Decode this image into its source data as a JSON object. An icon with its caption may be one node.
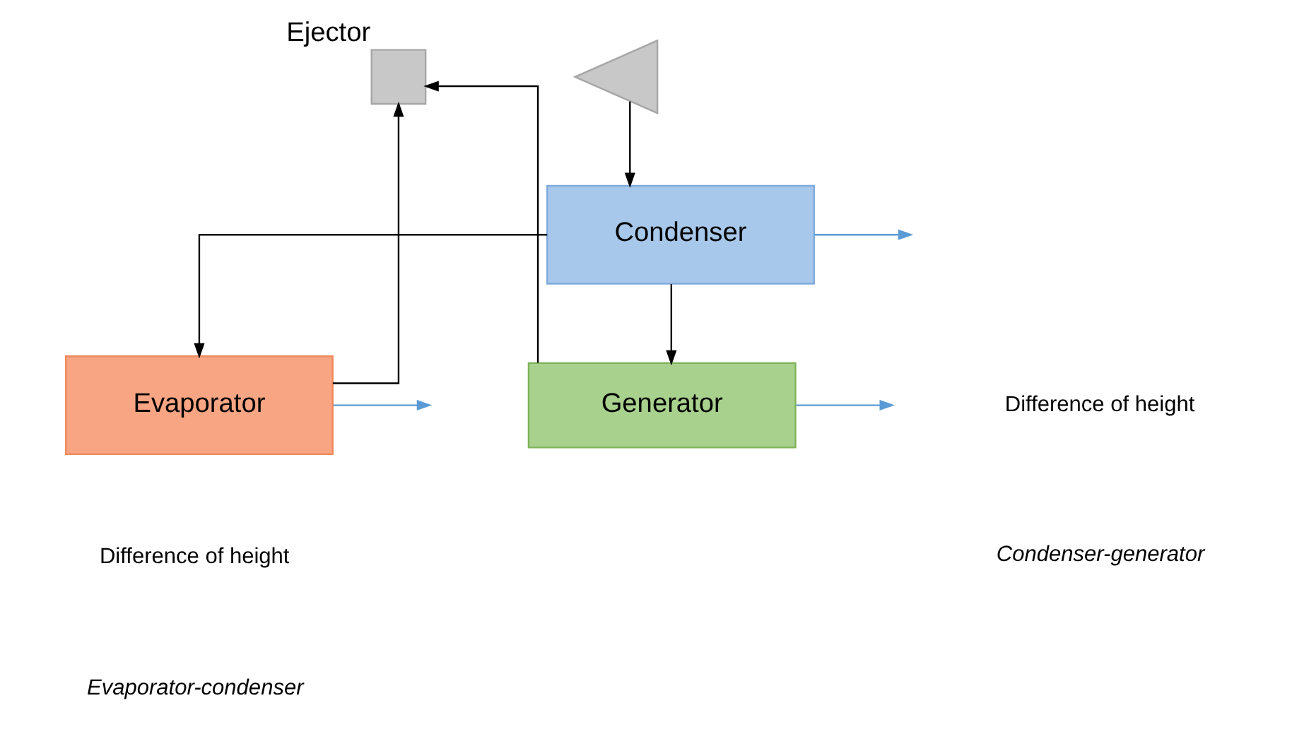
{
  "diagram": {
    "nodes": [
      {
        "text": [
          "Ejector"
        ]
      },
      {
        "text": [],
        "shape": "triangle"
      },
      {
        "text": [
          "Evaporator"
        ]
      },
      {
        "text": [
          "Condenser"
        ]
      },
      {
        "text": [
          "Generator"
        ]
      }
    ],
    "edges": [
      {
        "from": 4,
        "to": 0,
        "arrow": "to"
      },
      {
        "from": 2,
        "to": 0,
        "arrow": "to"
      },
      {
        "from": 1,
        "to": 3,
        "arrow": "to"
      },
      {
        "from": 3,
        "to": 4,
        "arrow": "to"
      },
      {
        "from": 3,
        "to": 2,
        "arrow": "to"
      },
      {
        "from": 2,
        "to": null,
        "arrow": "to",
        "color": "#5b9bd5"
      },
      {
        "from": 3,
        "to": null,
        "arrow": "to",
        "color": "#5b9bd5"
      },
      {
        "from": 4,
        "to": null,
        "arrow": "to",
        "color": "#5b9bd5"
      }
    ],
    "labels": [
      "Difference of height",
      "Evaporator-condenser",
      "Difference of height",
      "Condenser-generator"
    ]
  }
}
